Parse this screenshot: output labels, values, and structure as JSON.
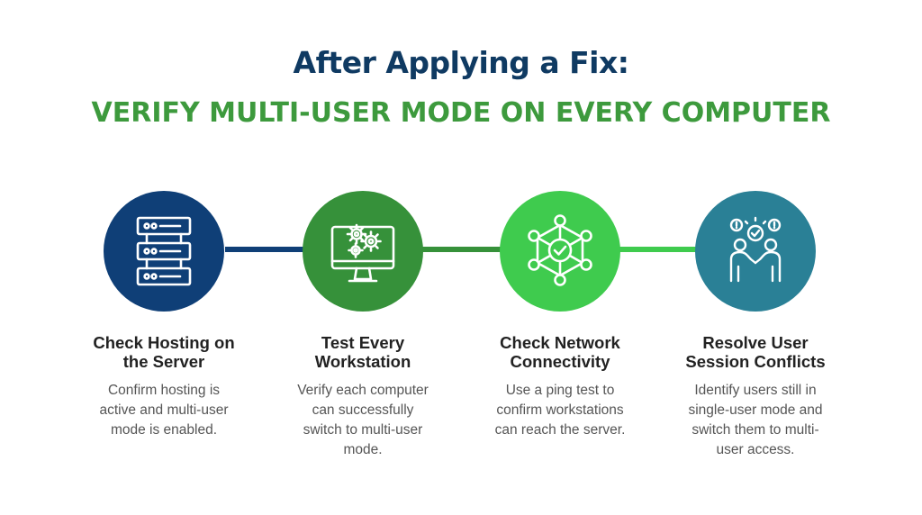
{
  "header": {
    "title": "After Applying a Fix:",
    "subtitle": "VERIFY MULTI-USER MODE ON EVERY COMPUTER"
  },
  "colors": {
    "title": "#0f3a62",
    "subtitle": "#3d9a3d",
    "step1": "#0f3f77",
    "step2": "#36913a",
    "step3": "#3fcb4e",
    "step4": "#2a8096"
  },
  "steps": [
    {
      "icon": "server-rack-icon",
      "title_line1": "Check Hosting on",
      "title_line2": "the Server",
      "desc_lines": [
        "Confirm hosting is",
        "active and multi-user",
        "mode is enabled."
      ]
    },
    {
      "icon": "monitor-gears-icon",
      "title_line1": "Test Every",
      "title_line2": "Workstation",
      "desc_lines": [
        "Verify each computer",
        "can successfully",
        "switch to multi-user",
        "mode."
      ]
    },
    {
      "icon": "network-hub-icon",
      "title_line1": "Check Network",
      "title_line2": "Connectivity",
      "desc_lines": [
        "Use a ping test to",
        "confirm workstations",
        "can reach the server."
      ]
    },
    {
      "icon": "users-resolve-icon",
      "title_line1": "Resolve User",
      "title_line2": "Session Conflicts",
      "desc_lines": [
        "Identify users still in",
        "single-user mode and",
        "switch them to multi-",
        "user access."
      ]
    }
  ]
}
